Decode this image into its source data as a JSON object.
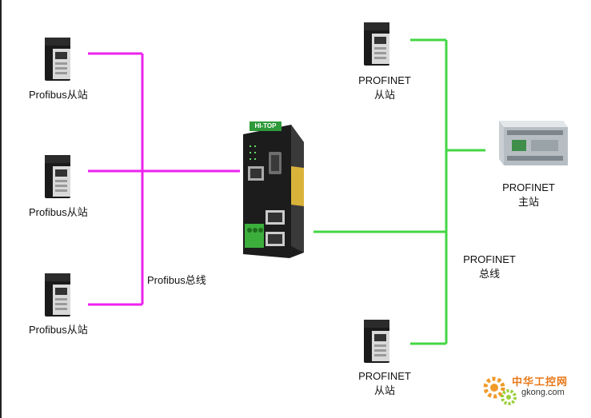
{
  "labels": {
    "profibus_slave_1": "Profibus从站",
    "profibus_slave_2": "Profibus从站",
    "profibus_slave_3": "Profibus从站",
    "profibus_bus": "Profibus总线",
    "profinet_slave_top_line1": "PROFINET",
    "profinet_slave_top_line2": "从站",
    "profinet_master_line1": "PROFINET",
    "profinet_master_line2": "主站",
    "profinet_bus_line1": "PROFINET",
    "profinet_bus_line2": "总线",
    "profinet_slave_bottom_line1": "PROFINET",
    "profinet_slave_bottom_line2": "从站",
    "gateway_brand": "HI-TOP",
    "watermark_cn": "中华工控网",
    "watermark_url": "gkong.com"
  },
  "colors": {
    "profibus_wire": "#ee22ee",
    "profinet_wire": "#44d644",
    "gateway_body": "#1c1c1c",
    "gateway_brand_bg": "#2e9a3a",
    "terminal_green": "#3cae3c"
  },
  "icons": {
    "drive": "servo-drive-icon",
    "gateway": "protocol-gateway-icon",
    "plc": "plc-controller-icon"
  }
}
